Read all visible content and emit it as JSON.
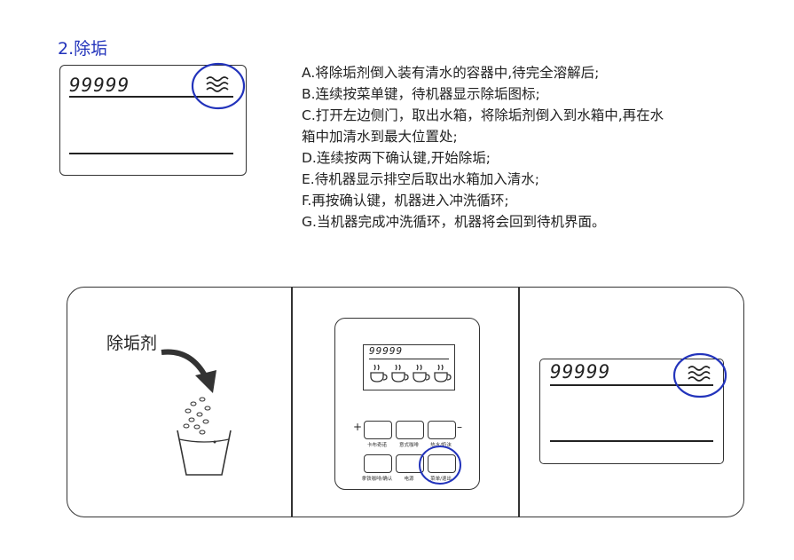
{
  "section_title": "2.除垢",
  "display": {
    "counter": "99999",
    "wave_icon": "descale-wave-icon"
  },
  "steps": [
    "A.将除垢剂倒入装有清水的容器中,待完全溶解后;",
    "B.连续按菜单键，待机器显示除垢图标;",
    "C.打开左边侧门，取出水箱，将除垢剂倒入到水箱中,再在水",
    "箱中加清水到最大位置处;",
    "D.连续按两下确认键,开始除垢;",
    "E.待机器显示排空后取出水箱加入清水;",
    "F.再按确认键，机器进入冲洗循环;",
    "G.当机器完成冲洗循环，机器将会回到待机界面。"
  ],
  "illustration": {
    "descaler_label": "除垢剂"
  },
  "machine_panel": {
    "counter": "99999",
    "plus": "+",
    "minus": "–",
    "buttons": [
      {
        "label": "卡布奇诺"
      },
      {
        "label": "意式咖啡"
      },
      {
        "label": "热水/奶沫"
      },
      {
        "label": "拿铁咖啡/确认"
      },
      {
        "label": "电源"
      },
      {
        "label": "菜单/退出"
      }
    ],
    "cup_icons": [
      "coffee-cup-icon",
      "coffee-cup-icon",
      "coffee-cup-icon",
      "coffee-cup-icon"
    ]
  },
  "right_display": {
    "counter": "99999",
    "wave_icon": "descale-wave-icon"
  },
  "colors": {
    "accent_blue": "#2233bb",
    "line": "#333333"
  }
}
